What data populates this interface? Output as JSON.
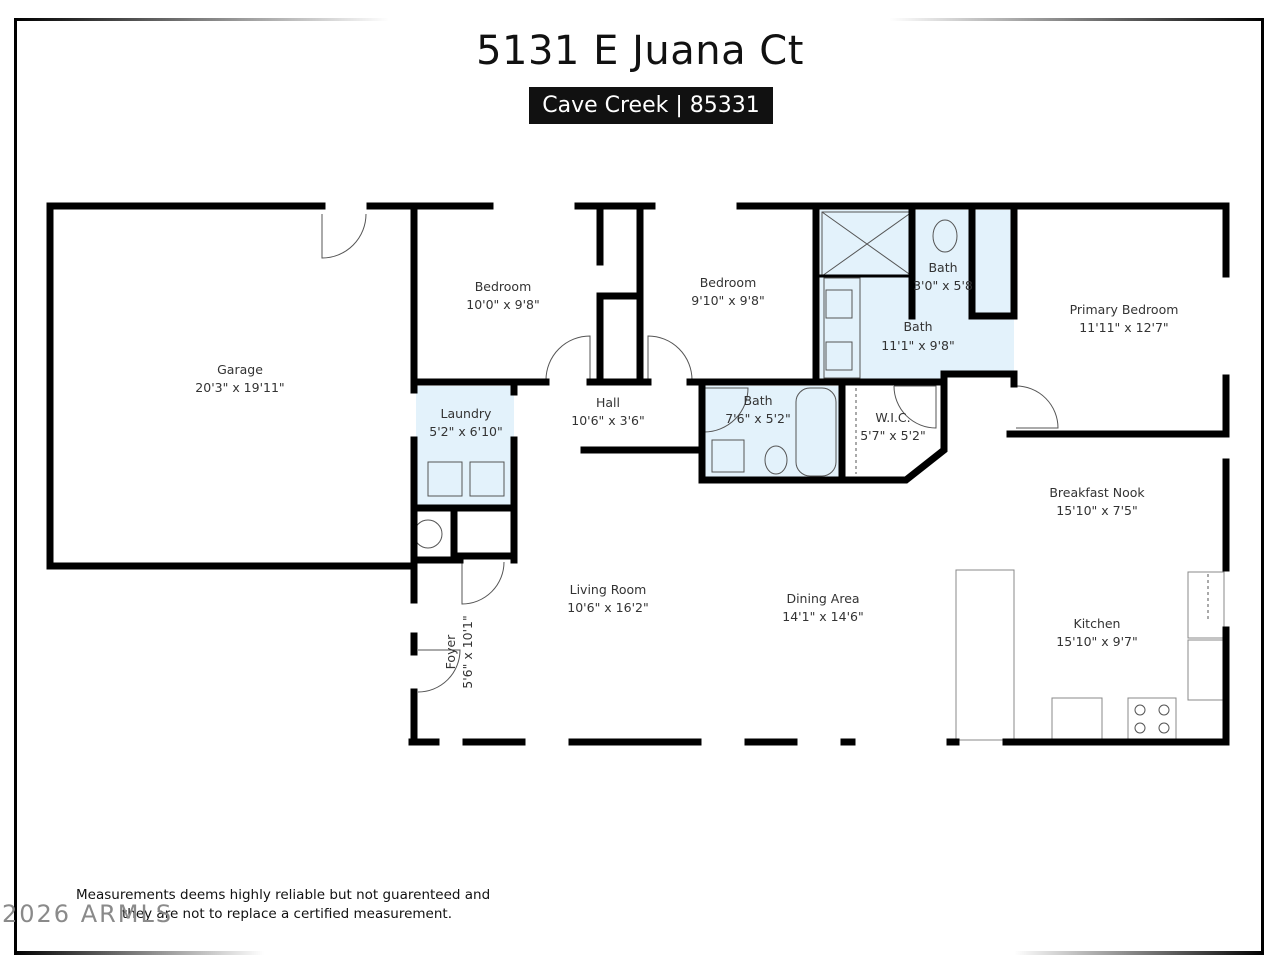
{
  "header": {
    "title": "5131 E Juana Ct",
    "subtitle": "Cave Creek | 85331"
  },
  "rooms": [
    {
      "name": "Garage",
      "size": "20'3\" x 19'11\""
    },
    {
      "name": "Bedroom",
      "size": "10'0\" x 9'8\""
    },
    {
      "name": "Bedroom",
      "size": "9'10\" x 9'8\""
    },
    {
      "name": "Bath",
      "size": "3'0\" x 5'8"
    },
    {
      "name": "Bath",
      "size": "11'1\" x 9'8\""
    },
    {
      "name": "Primary Bedroom",
      "size": "11'11\" x 12'7\""
    },
    {
      "name": "Laundry",
      "size": "5'2\" x 6'10\""
    },
    {
      "name": "Hall",
      "size": "10'6\" x 3'6\""
    },
    {
      "name": "Bath",
      "size": "7'6\" x 5'2\""
    },
    {
      "name": "W.I.C.",
      "size": "5'7\" x 5'2\""
    },
    {
      "name": "Breakfast Nook",
      "size": "15'10\" x 7'5\""
    },
    {
      "name": "Living Room",
      "size": "10'6\" x 16'2\""
    },
    {
      "name": "Dining Area",
      "size": "14'1\" x 14'6\""
    },
    {
      "name": "Kitchen",
      "size": "15'10\" x 9'7\""
    },
    {
      "name": "Foyer",
      "size": "5'6\" x 10'1\""
    }
  ],
  "colors": {
    "wall": "#000000",
    "wet_room": "#e3f2fb"
  },
  "footer": {
    "disclaimer_line1": "Measurements deems highly reliable but not guarenteed and",
    "disclaimer_line2": "they are not to replace a certified measurement.",
    "watermark": "2026 ARMLS"
  }
}
